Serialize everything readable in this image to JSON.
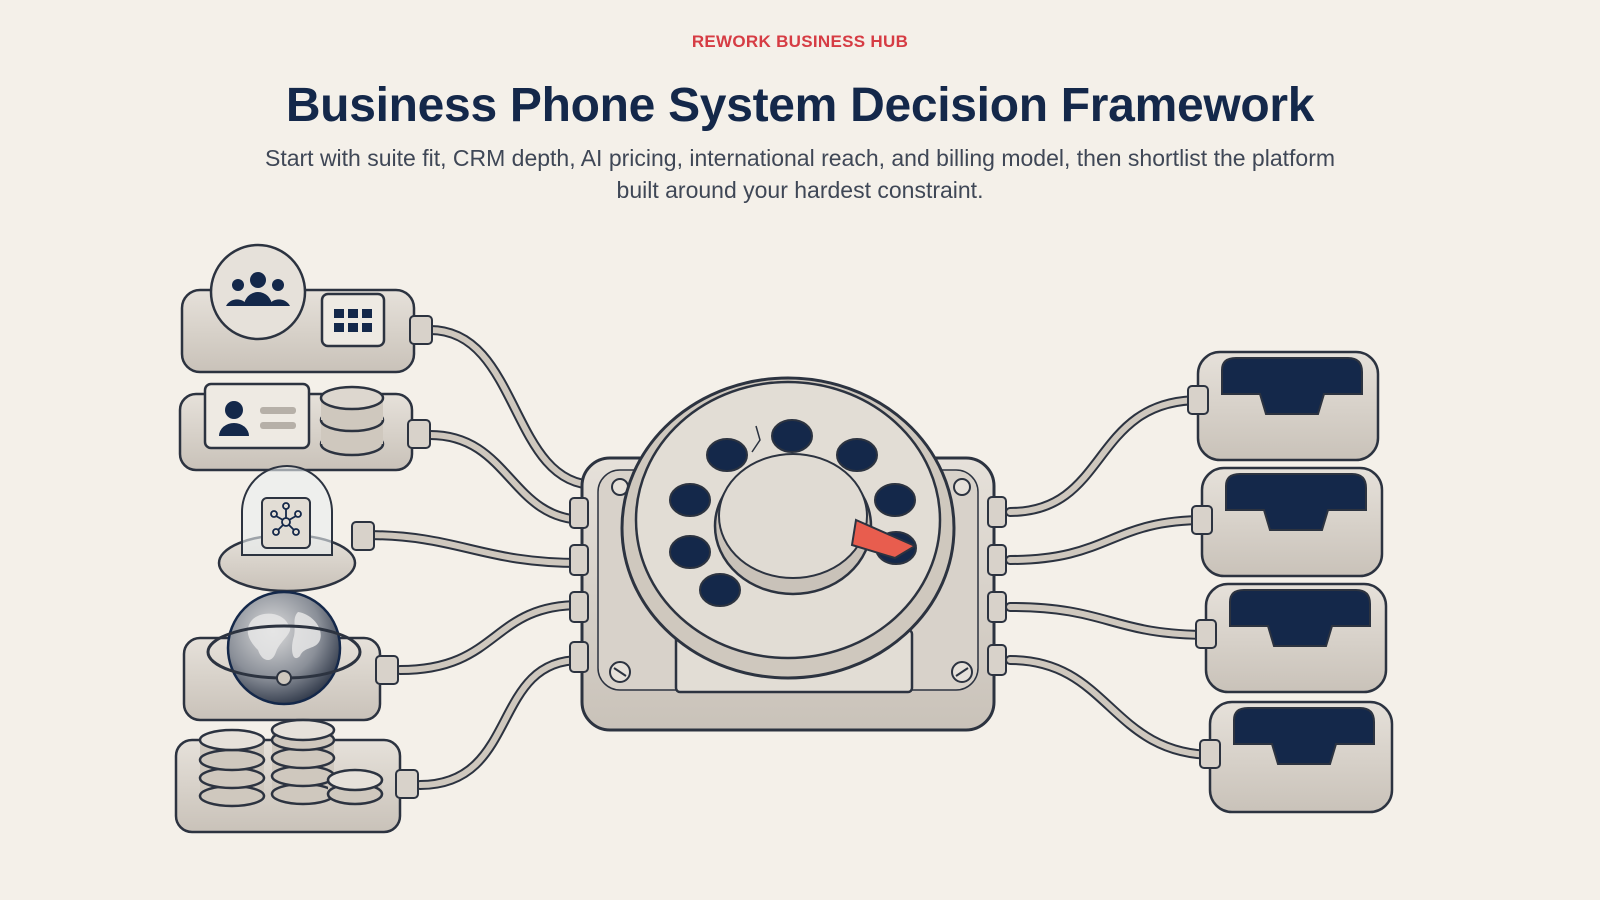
{
  "header": {
    "eyebrow": "REWORK BUSINESS HUB",
    "title": "Business Phone System Decision Framework",
    "subtitle": "Start with suite fit, CRM depth, AI pricing, international reach, and billing model, then shortlist the platform built around your hardest constraint."
  },
  "diagram": {
    "inputs": [
      {
        "icon": "team-calendar-icon"
      },
      {
        "icon": "contact-database-icon"
      },
      {
        "icon": "ai-chip-dome-icon"
      },
      {
        "icon": "globe-icon"
      },
      {
        "icon": "coin-stacks-icon"
      }
    ],
    "hub": {
      "icon": "rotary-dial-icon"
    },
    "outputs": [
      {
        "icon": "tray-icon"
      },
      {
        "icon": "tray-icon"
      },
      {
        "icon": "tray-icon"
      },
      {
        "icon": "tray-icon"
      }
    ]
  },
  "colors": {
    "background": "#f4f0e9",
    "accent": "#d63c44",
    "navy": "#14284a",
    "device_gray": "#d6d0c8",
    "dial_pointer": "#e85d4e"
  }
}
